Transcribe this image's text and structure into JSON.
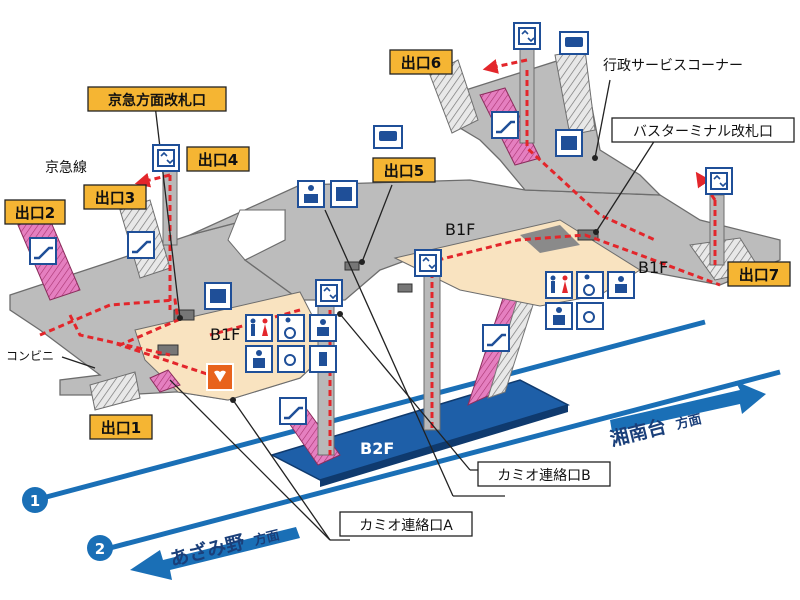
{
  "exits": {
    "exit1": "出口1",
    "exit2": "出口2",
    "exit3": "出口3",
    "exit4": "出口4",
    "exit5": "出口5",
    "exit6": "出口6",
    "exit7": "出口7"
  },
  "gates": {
    "keikyu_gate": "京急方面改札口",
    "bus_terminal_gate": "バスターミナル改札口",
    "kamio_a": "カミオ連絡口A",
    "kamio_b": "カミオ連絡口B"
  },
  "places": {
    "keikyu_line": "京急線",
    "admin_service": "行政サービスコーナー",
    "convenience": "コンビニ"
  },
  "floors": {
    "b1f_left": "B1F",
    "b1f_center": "B1F",
    "b1f_right": "B1F",
    "b2f": "B2F"
  },
  "tracks": {
    "track1_number": "1",
    "track2_number": "2",
    "track1_direction": "湘南台",
    "track1_suffix": "方面",
    "track2_direction": "あざみ野",
    "track2_suffix": "方面"
  },
  "colors": {
    "exit_label_bg": "#f5b533",
    "floor_gray": "#bcbcbc",
    "concourse": "#f9e3c0",
    "platform_blue": "#1e5fa8",
    "track_blue": "#1a6fb6",
    "route_red": "#e3262b",
    "escalator_pink": "#e57fc0",
    "icon_blue": "#1f4f98",
    "aed_orange": "#e8631c"
  },
  "icons": [
    "elevator-icon",
    "escalator-icon",
    "bus-icon",
    "toilet-icon",
    "wheelchair-icon",
    "baby-care-icon",
    "ticket-machine-icon",
    "information-icon",
    "aed-icon"
  ]
}
